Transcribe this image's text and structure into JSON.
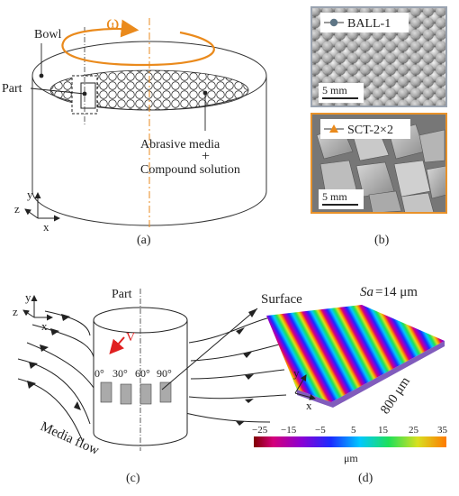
{
  "panel_a": {
    "caption": "(a)",
    "bowl_label": "Bowl",
    "part_label": "Part",
    "omega_label": "ω",
    "media_label": "Abrasive media",
    "plus_label": "+",
    "compound_label": "Compound solution",
    "axis_y": "y",
    "axis_z": "z",
    "axis_x": "x"
  },
  "panel_b": {
    "caption": "(b)",
    "top_legend": "BALL-1",
    "top_scale": "5 mm",
    "bottom_legend": "SCT-2×2",
    "bottom_scale": "5 mm",
    "bottom_border_color": "#e8922a",
    "top_border_color": "#9aa3b0"
  },
  "panel_c": {
    "caption": "(c)",
    "part_label": "Part",
    "velocity_label": "V",
    "angles": [
      "0°",
      "30°",
      "60°",
      "90°"
    ],
    "flow_label": "Media flow",
    "axis_y": "y",
    "axis_z": "z",
    "axis_x": "x"
  },
  "panel_d": {
    "caption": "(d)",
    "surface_label": "Surface",
    "sa_label": "Sa",
    "sa_value": "=14 μm",
    "dimension_label": "800 μm",
    "axis_y": "y",
    "axis_x": "x",
    "colorbar_ticks": [
      "−25",
      "−15",
      "−5",
      "5",
      "15",
      "25",
      "35"
    ],
    "colorbar_unit": "μm"
  },
  "colors": {
    "accent_orange": "#ea8a1c",
    "line": "#333333",
    "velocity_red": "#e02020"
  }
}
